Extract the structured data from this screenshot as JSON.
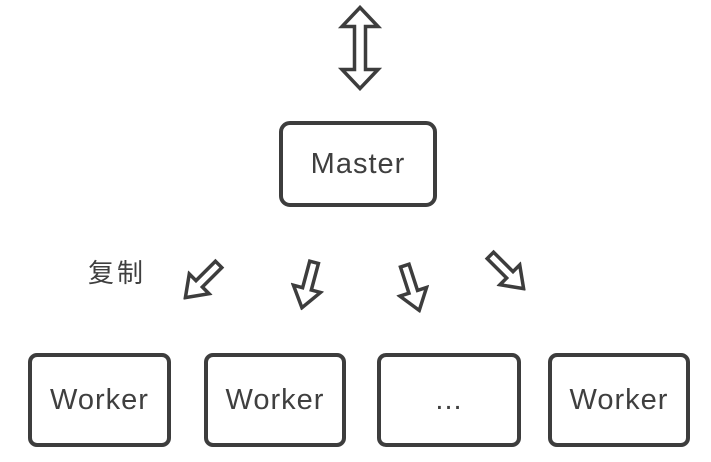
{
  "diagram": {
    "master": {
      "label": "Master"
    },
    "replication_label": "复制",
    "workers": [
      {
        "label": "Worker"
      },
      {
        "label": "Worker"
      },
      {
        "label": "..."
      },
      {
        "label": "Worker"
      }
    ],
    "colors": {
      "stroke": "#3d3d3d",
      "text": "#3f3f3f",
      "background": "#ffffff"
    }
  }
}
